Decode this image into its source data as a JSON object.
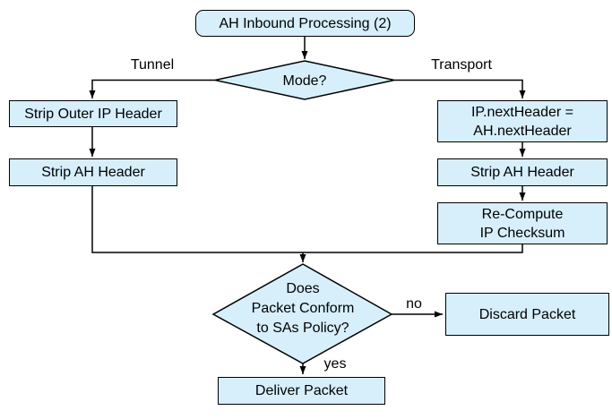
{
  "diagram": {
    "type": "flowchart",
    "colors": {
      "node_fill": "#D6EFFB",
      "node_border": "#000000",
      "connector": "#000000",
      "text": "#000000",
      "background": "#FFFFFF"
    },
    "nodes": {
      "start": {
        "shape": "rounded-rectangle",
        "label": "AH Inbound Processing (2)"
      },
      "mode_decision": {
        "shape": "diamond",
        "label": "Mode?"
      },
      "strip_outer_ip_header": {
        "shape": "process",
        "label": "Strip Outer IP Header"
      },
      "strip_ah_header_tunnel": {
        "shape": "process",
        "label": "Strip AH Header"
      },
      "set_ip_next_header": {
        "shape": "process",
        "line1": "IP.nextHeader =",
        "line2": "AH.nextHeader"
      },
      "strip_ah_header_transport": {
        "shape": "process",
        "label": "Strip AH Header"
      },
      "recompute_ip_checksum": {
        "shape": "process",
        "line1": "Re-Compute",
        "line2": "IP Checksum"
      },
      "policy_decision": {
        "shape": "diamond",
        "line1": "Does",
        "line2": "Packet Conform",
        "line3": "to SAs Policy?"
      },
      "discard_packet": {
        "shape": "process",
        "label": "Discard Packet"
      },
      "deliver_packet": {
        "shape": "process",
        "label": "Deliver Packet"
      }
    },
    "edge_labels": {
      "tunnel": "Tunnel",
      "transport": "Transport",
      "no": "no",
      "yes": "yes"
    }
  }
}
